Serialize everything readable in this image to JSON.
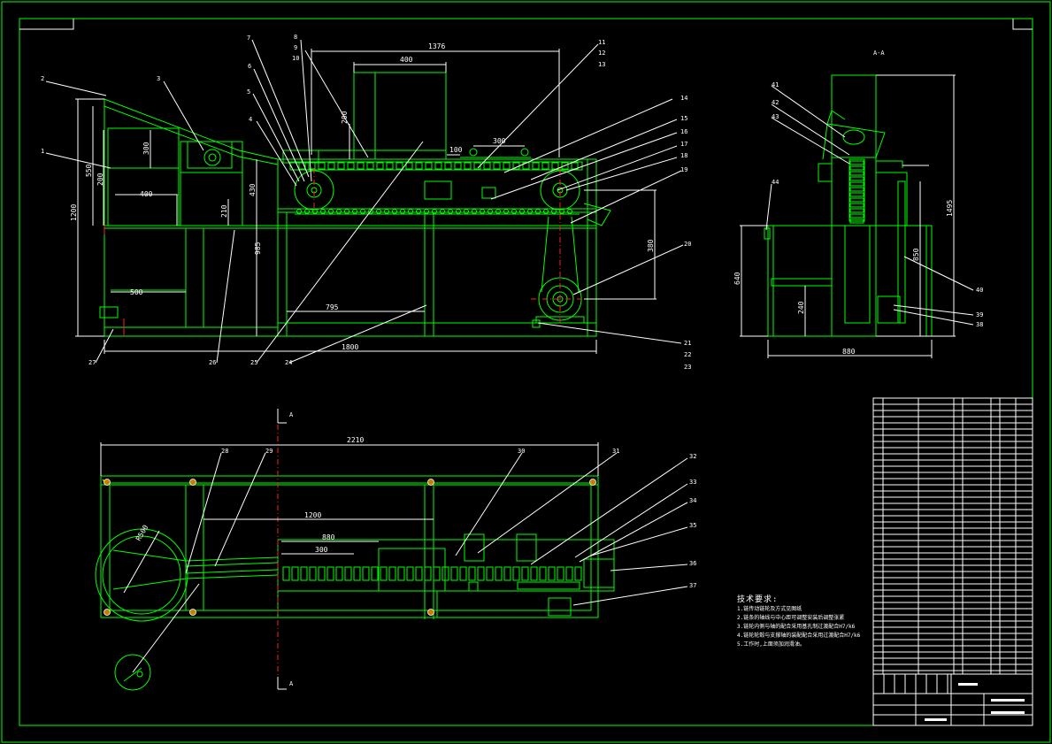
{
  "colors": {
    "background": "#000000",
    "outline": "#00ff00",
    "leader": "#ffffff",
    "center": "#ff2020",
    "highlight": "#ffff00"
  },
  "front_view": {
    "dims": {
      "d1376": "1376",
      "d400": "400",
      "d300a": "300",
      "d200": "200",
      "d100": "100",
      "d300b": "300",
      "d1200": "1200",
      "d550": "550",
      "d200b": "200",
      "d430": "430",
      "d210": "210",
      "d985": "985",
      "d500": "500",
      "d795": "795",
      "d1800": "1800",
      "d380": "380"
    },
    "parts": [
      "1",
      "2",
      "3",
      "4",
      "5",
      "6",
      "7",
      "8",
      "9",
      "10",
      "11",
      "12",
      "13",
      "14",
      "15",
      "16",
      "17",
      "18",
      "19",
      "20",
      "21",
      "22",
      "23",
      "24",
      "25",
      "26",
      "27"
    ]
  },
  "side_view": {
    "title": "A-A",
    "dims": {
      "d1495": "1495",
      "d640": "640",
      "d240": "240",
      "d850": "850",
      "d880": "880"
    },
    "parts": [
      "41",
      "42",
      "43",
      "44",
      "40",
      "39",
      "38"
    ]
  },
  "top_view": {
    "section_mark": "A",
    "dims": {
      "d2210": "2210",
      "d1200": "1200",
      "d880": "880",
      "d300": "300",
      "dR": "R500"
    },
    "parts": [
      "28",
      "29",
      "30",
      "31",
      "32",
      "33",
      "34",
      "35",
      "36",
      "37"
    ]
  },
  "notes": {
    "title": "技术要求:",
    "lines": [
      "1.链传动链轮及方式见图纸",
      "2.链条的轴线与中心距可调整安装后调整张紧",
      "3.链轮内侧与轴的配合采用基孔制过渡配合H7/k6",
      "4.链轮轮毂与支撑轴的装配配合采用过渡配合H7/k6",
      "5.工作时,上面须加润滑油。"
    ]
  }
}
